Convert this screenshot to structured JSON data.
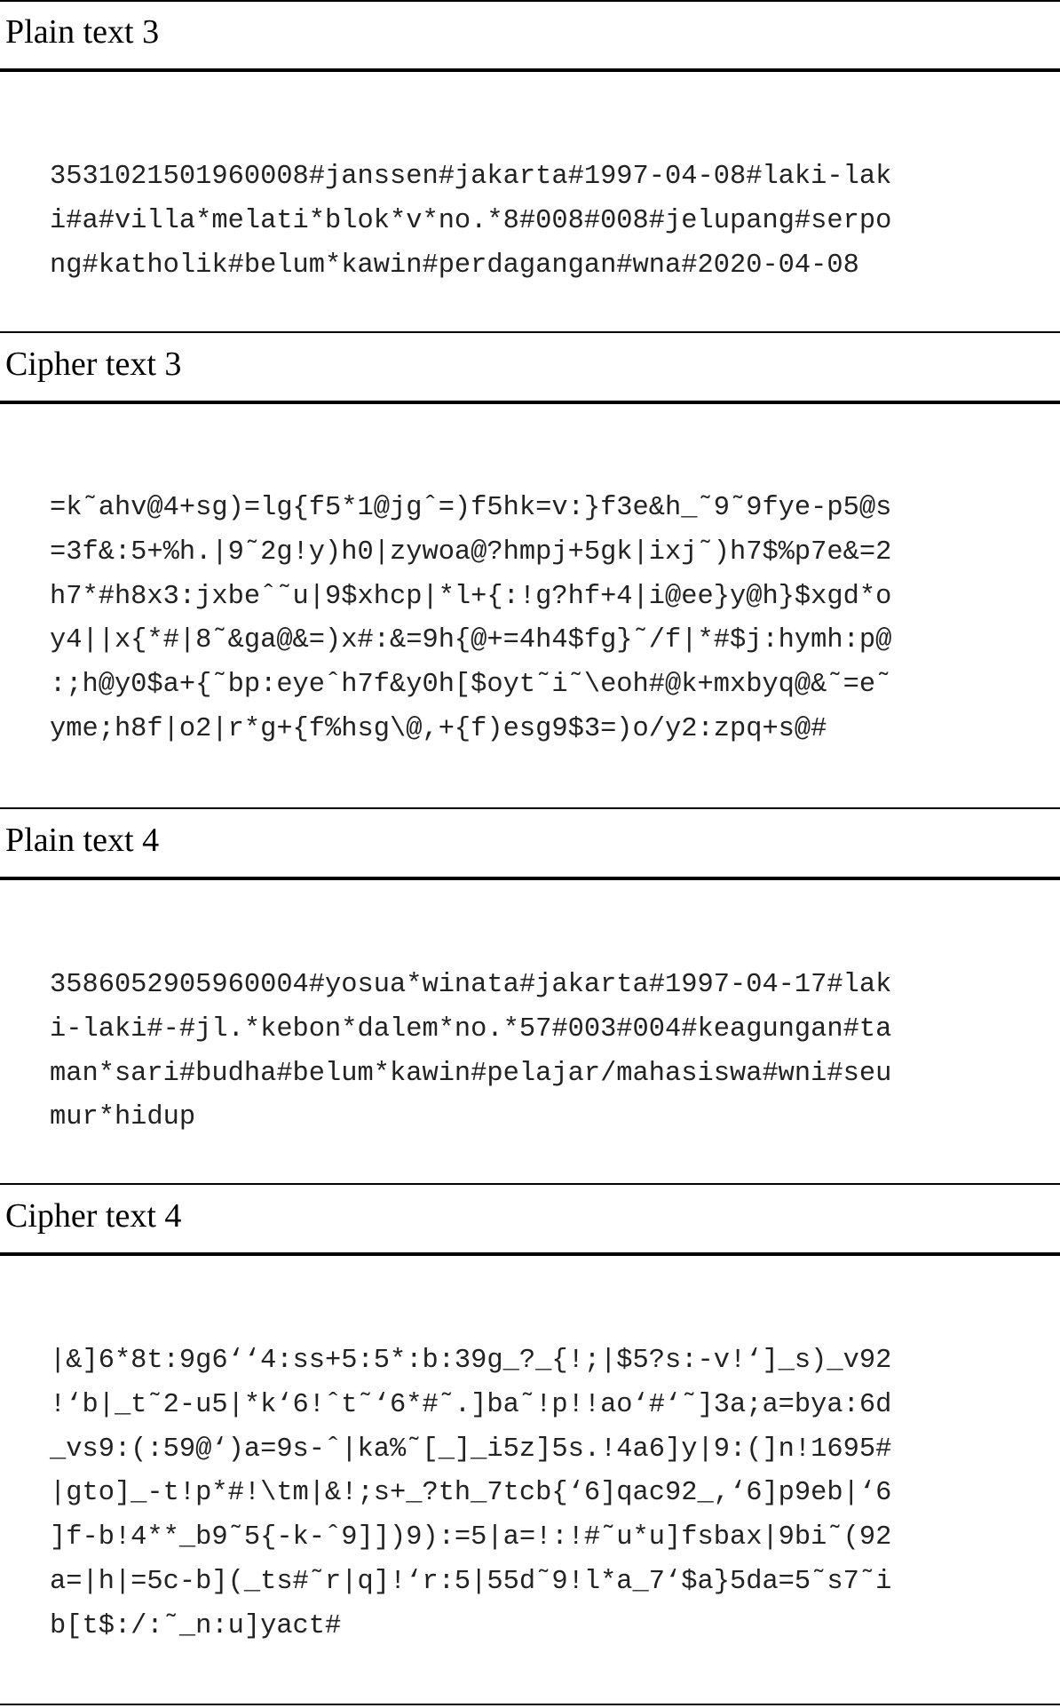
{
  "sections": [
    {
      "heading": "Plain text 3",
      "lines": [
        "3531021501960008#janssen#jakarta#1997-04-08#laki-lak",
        "i#a#villa*melati*blok*v*no.*8#008#008#jelupang#serpo",
        "ng#katholik#belum*kawin#perdagangan#wna#2020-04-08"
      ]
    },
    {
      "heading": "Cipher text 3",
      "lines": [
        "=k˜ahv@4+sg)=lg{f5*1@jgˆ=)f5hk=v:}f3e&h_˜9˜9fye-p5@s",
        "=3f&:5+%h.|9˜2g!y)h0|zywoa@?hmpj+5gk|ixj˜)h7$%p7e&=2",
        "h7*#h8x3:jxbeˆ˜u|9$xhcp|*l+{:!g?hf+4|i@ee}y@h}$xgd*o",
        "y4||x{*#|8˜&ga@&=)x#:&=9h{@+=4h4$fg}˜/f|*#$j:hymh:p@",
        ":;h@y0$a+{˜bp:eyeˆh7f&y0h[$oyt˜i˜\\eoh#@k+mxbyq@&˜=e˜",
        "yme;h8f|o2|r*g+{f%hsg\\@,+{f)esg9$3=)o/y2:zpq+s@#"
      ]
    },
    {
      "heading": "Plain text 4",
      "lines": [
        "3586052905960004#yosua*winata#jakarta#1997-04-17#lak",
        "i-laki#-#jl.*kebon*dalem*no.*57#003#004#keagungan#ta",
        "man*sari#budha#belum*kawin#pelajar/mahasiswa#wni#seu",
        "mur*hidup"
      ]
    },
    {
      "heading": "Cipher text 4",
      "lines": [
        "|&]6*8t:9g6‘‘4:ss+5:5*:b:39g_?_{!;|$5?s:-v!‘]_s)_v92",
        "!‘b|_t˜2-u5|*k‘6!ˆt˜‘6*#˜.]ba˜!p!!ao‘#‘˜]3a;a=bya:6d",
        "_vs9:(:59@‘)a=9s-ˆ|ka%˜[_]_i5z]5s.!4a6]y|9:(]n!1695#",
        "|gto]_-t!p*#!\\tm|&!;s+_?th_7tcb{‘6]qac92_,‘6]p9eb|‘6",
        "]f-b!4**_b9˜5{-k-ˆ9]])9):=5|a=!:!#˜u*u]fsbax|9bi˜(92",
        "a=|h|=5c-b](_ts#˜r|q]!‘r:5|55d˜9!l*a_7‘$a}5da=5˜s7˜i",
        "b[t$:/:˜_n:u]yact#"
      ]
    }
  ]
}
